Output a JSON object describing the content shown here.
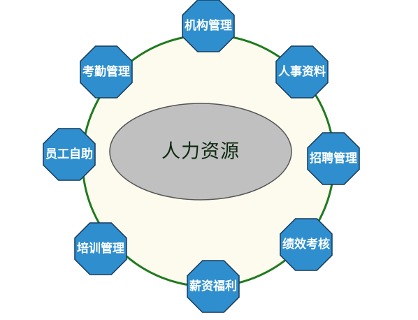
{
  "center": {
    "label": "人力资源"
  },
  "nodes": [
    {
      "key": "org",
      "label": "机构管理"
    },
    {
      "key": "personnel",
      "label": "人事资料"
    },
    {
      "key": "recruit",
      "label": "招聘管理"
    },
    {
      "key": "performance",
      "label": "绩效考核"
    },
    {
      "key": "salary",
      "label": "薪资福利"
    },
    {
      "key": "training",
      "label": "培训管理"
    },
    {
      "key": "selfservice",
      "label": "员工自助"
    },
    {
      "key": "attendance",
      "label": "考勤管理"
    }
  ],
  "colors": {
    "ring_stroke": "#1f7a1f",
    "ring_fill": "#fdfbed",
    "center_fill": "#c0c0c0",
    "center_stroke": "#555555",
    "node_fill": "#2f8fce",
    "node_stroke": "#163a5c",
    "node_text": "#ffffff"
  }
}
